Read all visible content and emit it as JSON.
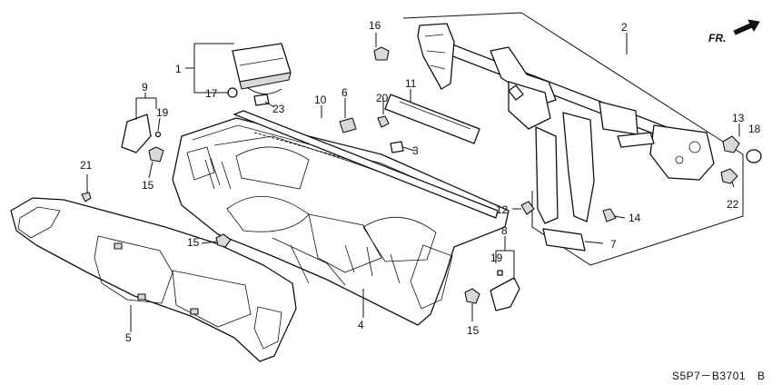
{
  "diagram": {
    "orientation_arrow": {
      "label": "FR.",
      "icon": "forward-arrow-icon"
    },
    "diagram_code": "S5P7－B3701",
    "diagram_variant": "B",
    "callouts": {
      "c1": "1",
      "c2": "2",
      "c3": "3",
      "c4": "4",
      "c5": "5",
      "c6": "6",
      "c7": "7",
      "c8": "8",
      "c9": "9",
      "c10": "10",
      "c11": "11",
      "c12": "12",
      "c13": "13",
      "c14": "14",
      "c15a": "15",
      "c15b": "15",
      "c15c": "15",
      "c16": "16",
      "c17": "17",
      "c18": "18",
      "c19a": "19",
      "c19b": "19",
      "c20": "20",
      "c21": "21",
      "c22": "22",
      "c23": "23"
    }
  }
}
